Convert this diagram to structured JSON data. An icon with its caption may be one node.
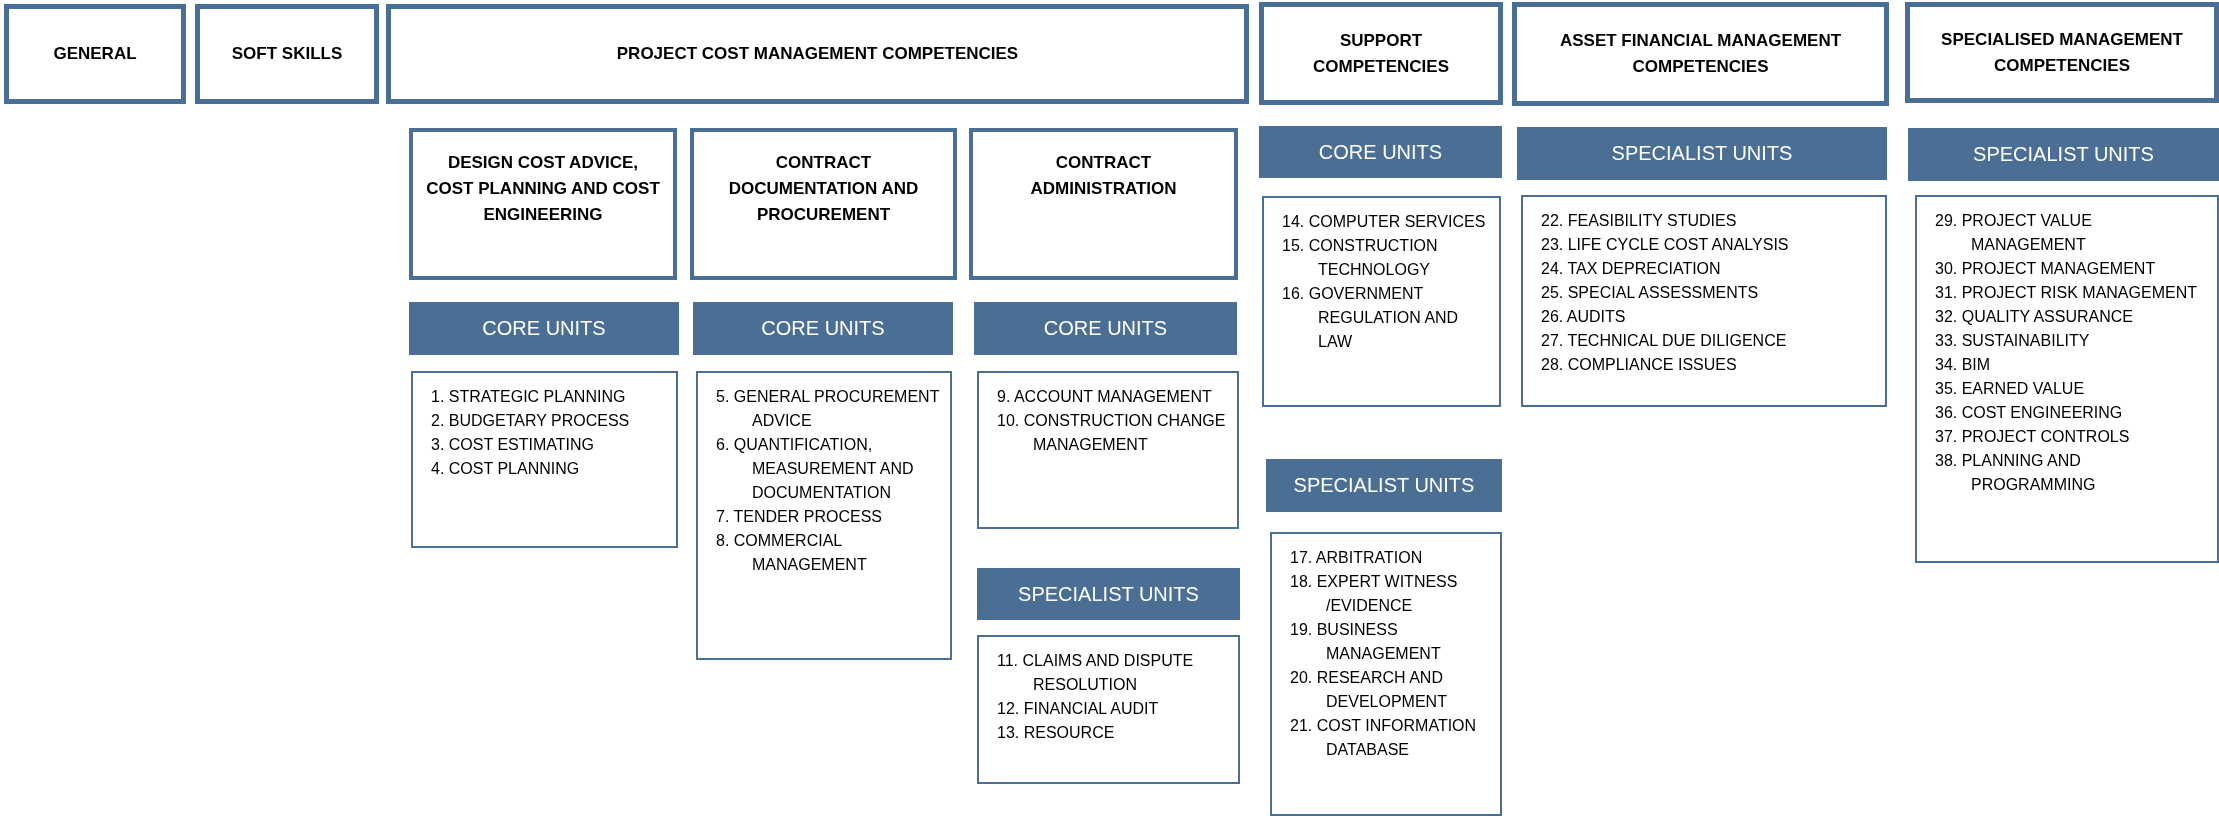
{
  "diagram": {
    "nodes": [
      {
        "text": [
          "GENERAL"
        ]
      },
      {
        "text": [
          "SOFT SKILLS"
        ]
      },
      {
        "text": [
          "PROJECT COST MANAGEMENT COMPETENCIES"
        ]
      },
      {
        "text": [
          "SUPPORT COMPETENCIES"
        ]
      },
      {
        "text": [
          "ASSET FINANCIAL MANAGEMENT COMPETENCIES"
        ]
      },
      {
        "text": [
          "SPECIALISED MANAGEMENT COMPETENCIES"
        ]
      },
      {
        "text": [
          "DESIGN COST ADVICE, COST PLANNING AND COST ENGINEERING"
        ]
      },
      {
        "text": [
          "CONTRACT DOCUMENTATION AND PROCUREMENT"
        ]
      },
      {
        "text": [
          "CONTRACT ADMINISTRATION"
        ]
      },
      {
        "text": [
          "CORE UNITS"
        ]
      },
      {
        "text": [
          "SPECIALIST UNITS"
        ]
      },
      {
        "text": [
          "SPECIALIST UNITS"
        ]
      },
      {
        "text": [
          "CORE UNITS"
        ]
      },
      {
        "text": [
          "CORE UNITS"
        ]
      },
      {
        "text": [
          "CORE UNITS"
        ]
      },
      {
        "text": [
          "14. COMPUTER SERVICES",
          "15. CONSTRUCTION TECHNOLOGY",
          "16. GOVERNMENT REGULATION AND LAW"
        ]
      },
      {
        "text": [
          "22. FEASIBILITY STUDIES",
          "23. LIFE CYCLE COST ANALYSIS",
          "24. TAX DEPRECIATION",
          "25. SPECIAL ASSESSMENTS",
          "26. AUDITS",
          "27. TECHNICAL DUE DILIGENCE",
          "28. COMPLIANCE ISSUES"
        ]
      },
      {
        "text": [
          "29. PROJECT VALUE MANAGEMENT",
          "30. PROJECT MANAGEMENT",
          "31. PROJECT RISK MANAGEMENT",
          "32. QUALITY ASSURANCE",
          "33. SUSTAINABILITY",
          "34. BIM",
          "35. EARNED VALUE",
          "36. COST ENGINEERING",
          "37. PROJECT CONTROLS",
          "38. PLANNING AND PROGRAMMING"
        ]
      },
      {
        "text": [
          "1. STRATEGIC PLANNING",
          "2. BUDGETARY PROCESS",
          "3. COST ESTIMATING",
          "4. COST PLANNING"
        ]
      },
      {
        "text": [
          "5. GENERAL PROCUREMENT ADVICE",
          "6. QUANTIFICATION, MEASUREMENT AND DOCUMENTATION",
          "7. TENDER PROCESS",
          "8. COMMERCIAL MANAGEMENT"
        ]
      },
      {
        "text": [
          "9. ACCOUNT MANAGEMENT",
          "10. CONSTRUCTION CHANGE MANAGEMENT"
        ]
      },
      {
        "text": [
          "SPECIALIST UNITS"
        ]
      },
      {
        "text": [
          "SPECIALIST UNITS"
        ]
      },
      {
        "text": [
          "17. ARBITRATION",
          "18. EXPERT WITNESS /EVIDENCE",
          "19. BUSINESS MANAGEMENT",
          "20. RESEARCH AND DEVELOPMENT",
          "21. COST INFORMATION DATABASE"
        ]
      },
      {
        "text": [
          "11. CLAIMS AND DISPUTE RESOLUTION",
          "12. FINANCIAL AUDIT",
          "13. RESOURCE"
        ]
      }
    ]
  }
}
